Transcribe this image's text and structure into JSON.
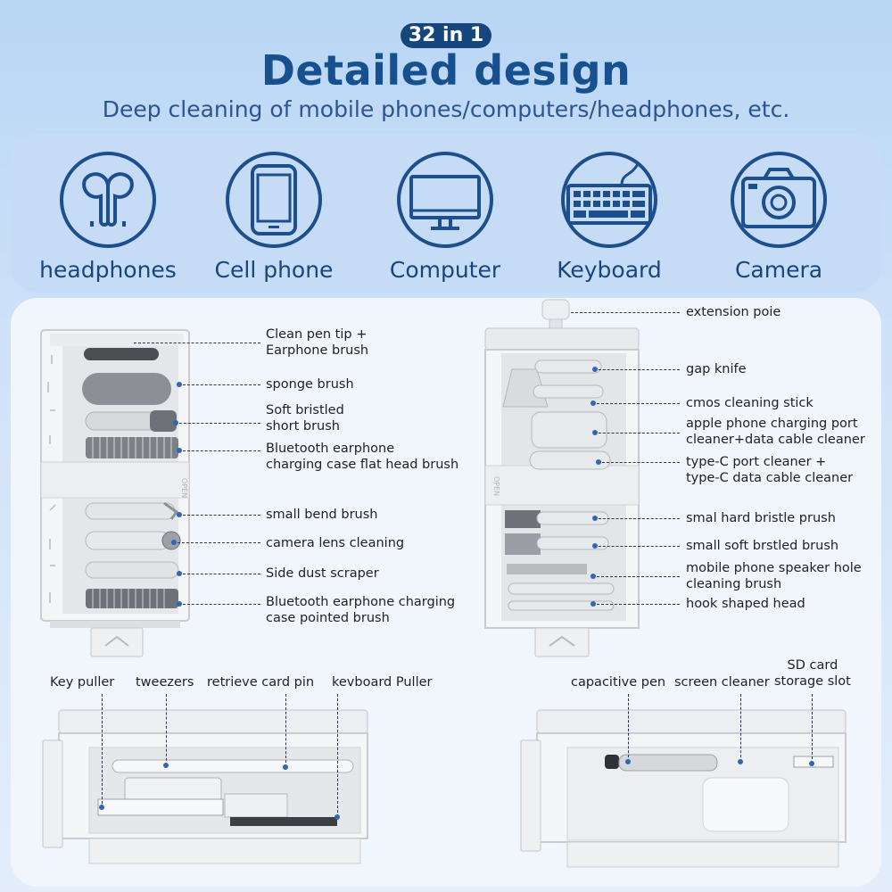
{
  "header": {
    "badge": "32 in 1",
    "title": "Detailed design",
    "subtitle": "Deep cleaning of mobile phones/computers/headphones, etc."
  },
  "devices": [
    {
      "label": "headphones",
      "icon": "earbuds-icon"
    },
    {
      "label": "Cell phone",
      "icon": "phone-icon"
    },
    {
      "label": "Computer",
      "icon": "monitor-icon"
    },
    {
      "label": "Keyboard",
      "icon": "keyboard-icon"
    },
    {
      "label": "Camera",
      "icon": "camera-icon"
    }
  ],
  "left_tools": [
    "Clean pen tip +\nEarphone brush",
    "sponge brush",
    "Soft bristled\nshort brush",
    "Bluetooth earphone\ncharging case flat head brush",
    "small bend brush",
    "camera lens cleaning",
    "Side dust scraper",
    "Bluetooth earphone charging\ncase pointed brush"
  ],
  "right_tools": [
    "extension poie",
    "gap knife",
    "cmos cleaning stick",
    "apple phone charging port\ncleaner+data cable cleaner",
    "type-C port cleaner +\ntype-C data cable cleaner",
    "smal hard bristle prush",
    "small soft brstled brush",
    "mobile phone speaker hole\ncleaning brush",
    "hook shaped head"
  ],
  "bottom_left_tools": [
    "Key puller",
    "tweezers",
    "retrieve card pin",
    "kevboard Puller"
  ],
  "bottom_right_tools": [
    "capacitive pen",
    "screen cleaner",
    "SD card\nstorage slot"
  ],
  "case_text": {
    "open_left": "OPEN",
    "open_right": "OPEN"
  },
  "colors": {
    "accent": "#17508f",
    "badge": "#17467f",
    "icon_stroke": "#1d4f8f",
    "dot": "#2f67b6"
  }
}
